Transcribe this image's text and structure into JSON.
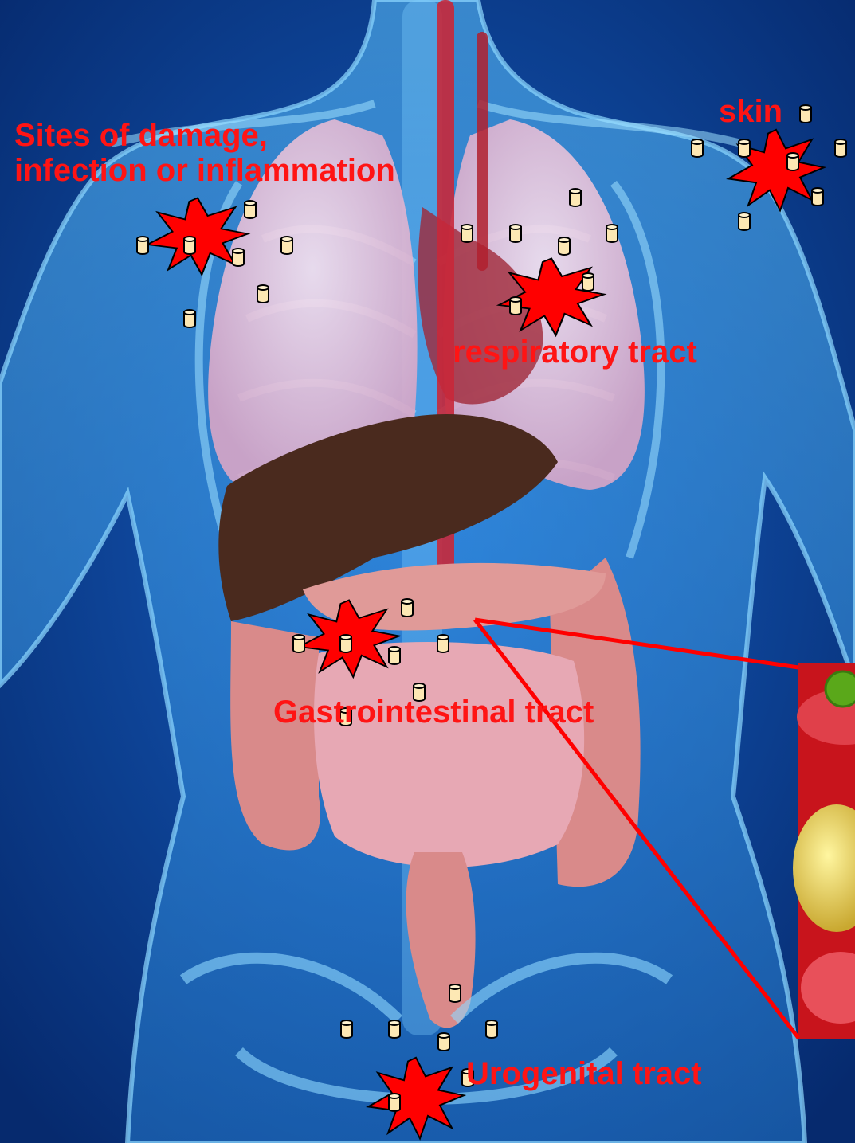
{
  "labels": {
    "sites_line1": "Sites of damage,",
    "sites_line2": "infection or inflammation",
    "skin": "skin",
    "respiratory": "respiratory tract",
    "gastrointestinal": "Gastrointestinal tract",
    "urogenital": "Urogenital tract"
  },
  "colors": {
    "background": "#0a3a8c",
    "body_glow": "#4fb6ff",
    "lung": "#f2c8dc",
    "liver": "#4a2a1e",
    "intestine": "#d98a8a",
    "label_red": "#ff1414",
    "burst_red": "#ff0000",
    "marker_fill": "#fde8b4"
  },
  "icons": {
    "burst": "damage-burst-icon",
    "marker": "cell-marker-icon"
  }
}
